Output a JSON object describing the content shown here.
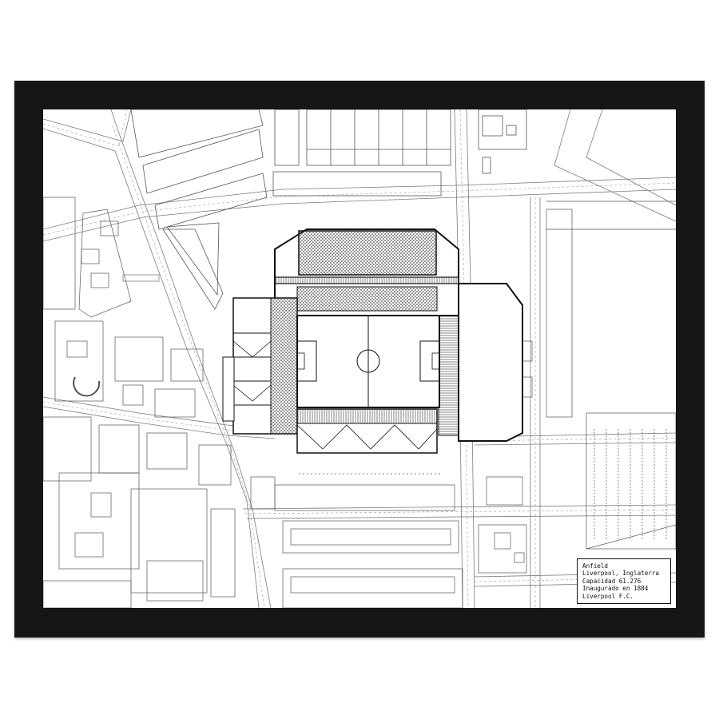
{
  "colors": {
    "frame": "#161616",
    "paper": "#ffffff",
    "ink": "#111111",
    "road": "#6f6f6f"
  },
  "legend": {
    "name": "Anfield",
    "location": "Liverpool, Inglaterra",
    "capacity": "Capacidad 61.276",
    "opened": "Inaugurado en 1884",
    "club": "Liverpool F.C."
  }
}
